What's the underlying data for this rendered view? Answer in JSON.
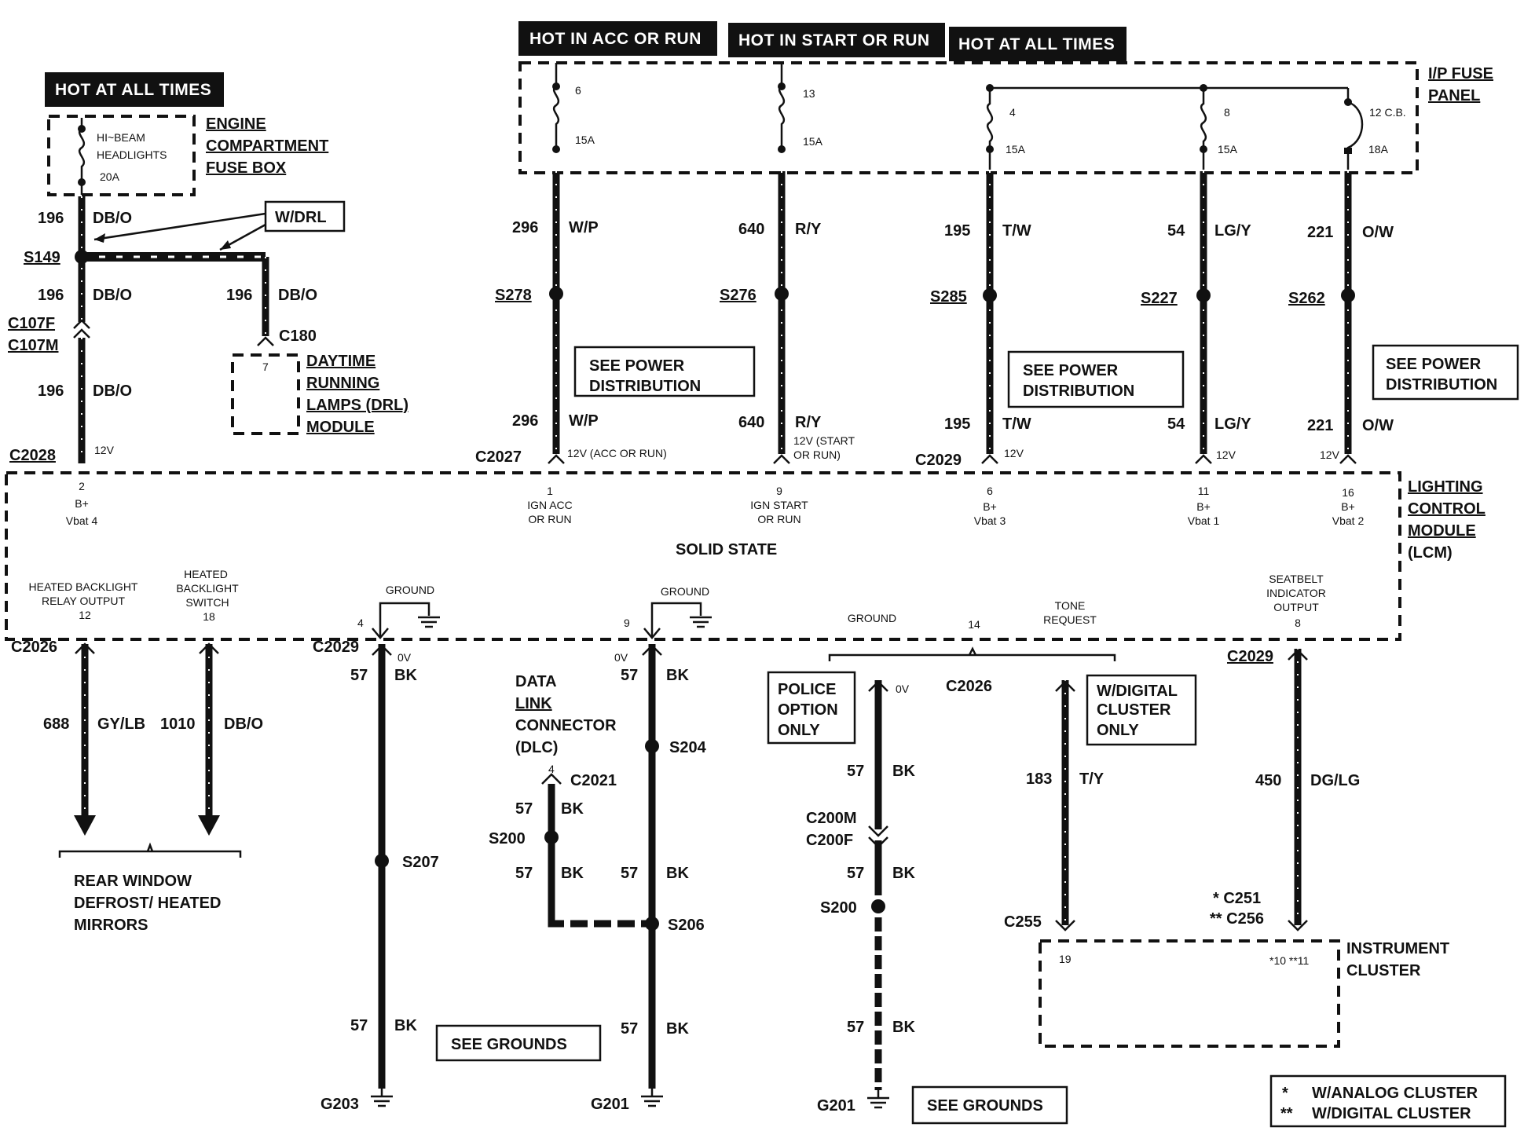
{
  "headers": {
    "hot_left": "HOT AT ALL TIMES",
    "acc_run": "HOT IN ACC OR RUN",
    "start_run": "HOT IN START OR RUN",
    "all_times": "HOT AT ALL TIMES"
  },
  "engine_box": {
    "line1": "ENGINE",
    "line2": "COMPARTMENT",
    "line3": "FUSE BOX",
    "fuse_l1": "HI~BEAM",
    "fuse_l2": "HEADLIGHTS",
    "fuse_rating": "20A"
  },
  "ip_panel": {
    "line1": "I/P FUSE",
    "line2": "PANEL",
    "fuses": [
      {
        "num": "6",
        "rating": "15A"
      },
      {
        "num": "13",
        "rating": "15A"
      },
      {
        "num": "4",
        "rating": "15A"
      },
      {
        "num": "8",
        "rating": "15A"
      },
      {
        "num": "12 C.B.",
        "rating": "18A"
      }
    ]
  },
  "left": {
    "wire196": "196",
    "dbo": "DB/O",
    "s149": "S149",
    "wdrl": "W/DRL",
    "c107f": "C107F",
    "c107m": "C107M",
    "c180": "C180",
    "c2028": "C2028",
    "v12": "12V",
    "drl_pin": "7",
    "drl1": "DAYTIME",
    "drl2": "RUNNING",
    "drl3": "LAMPS (DRL)",
    "drl4": "MODULE"
  },
  "wires": [
    {
      "num": "296",
      "color": "W/P",
      "splice": "S278",
      "conn": "C2027",
      "volt": "12V (ACC OR RUN)"
    },
    {
      "num": "640",
      "color": "R/Y",
      "splice": "S276",
      "volt": "12V (START",
      "volt2": "OR RUN)"
    },
    {
      "num": "195",
      "color": "T/W",
      "splice": "S285",
      "conn": "C2029",
      "volt": "12V"
    },
    {
      "num": "54",
      "color": "LG/Y",
      "splice": "S227",
      "volt": "12V"
    },
    {
      "num": "221",
      "color": "O/W",
      "splice": "S262",
      "volt": "12V"
    }
  ],
  "see_power": "SEE POWER",
  "distribution": "DISTRIBUTION",
  "lcm": {
    "line1": "LIGHTING",
    "line2": "CONTROL",
    "line3": "MODULE",
    "line4": "(LCM)",
    "solid": "SOLID STATE",
    "pins": [
      {
        "num": "2",
        "l1": "B+",
        "l2": "Vbat 4"
      },
      {
        "num": "1",
        "l1": "IGN ACC",
        "l2": "OR RUN"
      },
      {
        "num": "9",
        "l1": "IGN START",
        "l2": "OR RUN"
      },
      {
        "num": "6",
        "l1": "B+",
        "l2": "Vbat 3"
      },
      {
        "num": "11",
        "l1": "B+",
        "l2": "Vbat 1"
      },
      {
        "num": "16",
        "l1": "B+",
        "l2": "Vbat 2"
      }
    ],
    "hbl_relay1": "HEATED BACKLIGHT",
    "hbl_relay2": "RELAY OUTPUT",
    "hbl_relay_pin": "12",
    "hbl_sw1": "HEATED",
    "hbl_sw2": "BACKLIGHT",
    "hbl_sw3": "SWITCH",
    "hbl_sw_pin": "18",
    "ground": "GROUND",
    "gnd_pin4": "4",
    "gnd_pin9": "9",
    "gnd_pin14": "14",
    "tone1": "TONE",
    "tone2": "REQUEST",
    "seat1": "SEATBELT",
    "seat2": "INDICATOR",
    "seat3": "OUTPUT",
    "seat_pin": "8"
  },
  "bottom": {
    "c2026": "C2026",
    "c2029": "C2029",
    "w688": "688",
    "gylb": "GY/LB",
    "w1010": "1010",
    "dbo": "DB/O",
    "rear1": "REAR WINDOW",
    "rear2": "DEFROST/ HEATED",
    "rear3": "MIRRORS",
    "w57": "57",
    "bk": "BK",
    "v0": "0V",
    "s207": "S207",
    "g203": "G203",
    "see_grounds": "SEE GROUNDS",
    "dlc1": "DATA",
    "dlc2": "LINK",
    "dlc3": "CONNECTOR",
    "dlc4": "(DLC)",
    "dlc_pin": "4",
    "c2021": "C2021",
    "s200": "S200",
    "s204": "S204",
    "s206": "S206",
    "g201": "G201",
    "police1": "POLICE",
    "police2": "OPTION",
    "police3": "ONLY",
    "c200m": "C200M",
    "c200f": "C200F",
    "digital1": "W/DIGITAL",
    "digital2": "CLUSTER",
    "digital3": "ONLY",
    "w183": "183",
    "ty": "T/Y",
    "c255": "C255",
    "w450": "450",
    "dglg": "DG/LG",
    "c251": "*  C251",
    "c256": "** C256",
    "ic1": "INSTRUMENT",
    "ic2": "CLUSTER",
    "ic_pin19": "19",
    "ic_pins": "*10 **11",
    "legend1_sym": "*",
    "legend1": "W/ANALOG CLUSTER",
    "legend2_sym": "**",
    "legend2": "W/DIGITAL CLUSTER"
  }
}
